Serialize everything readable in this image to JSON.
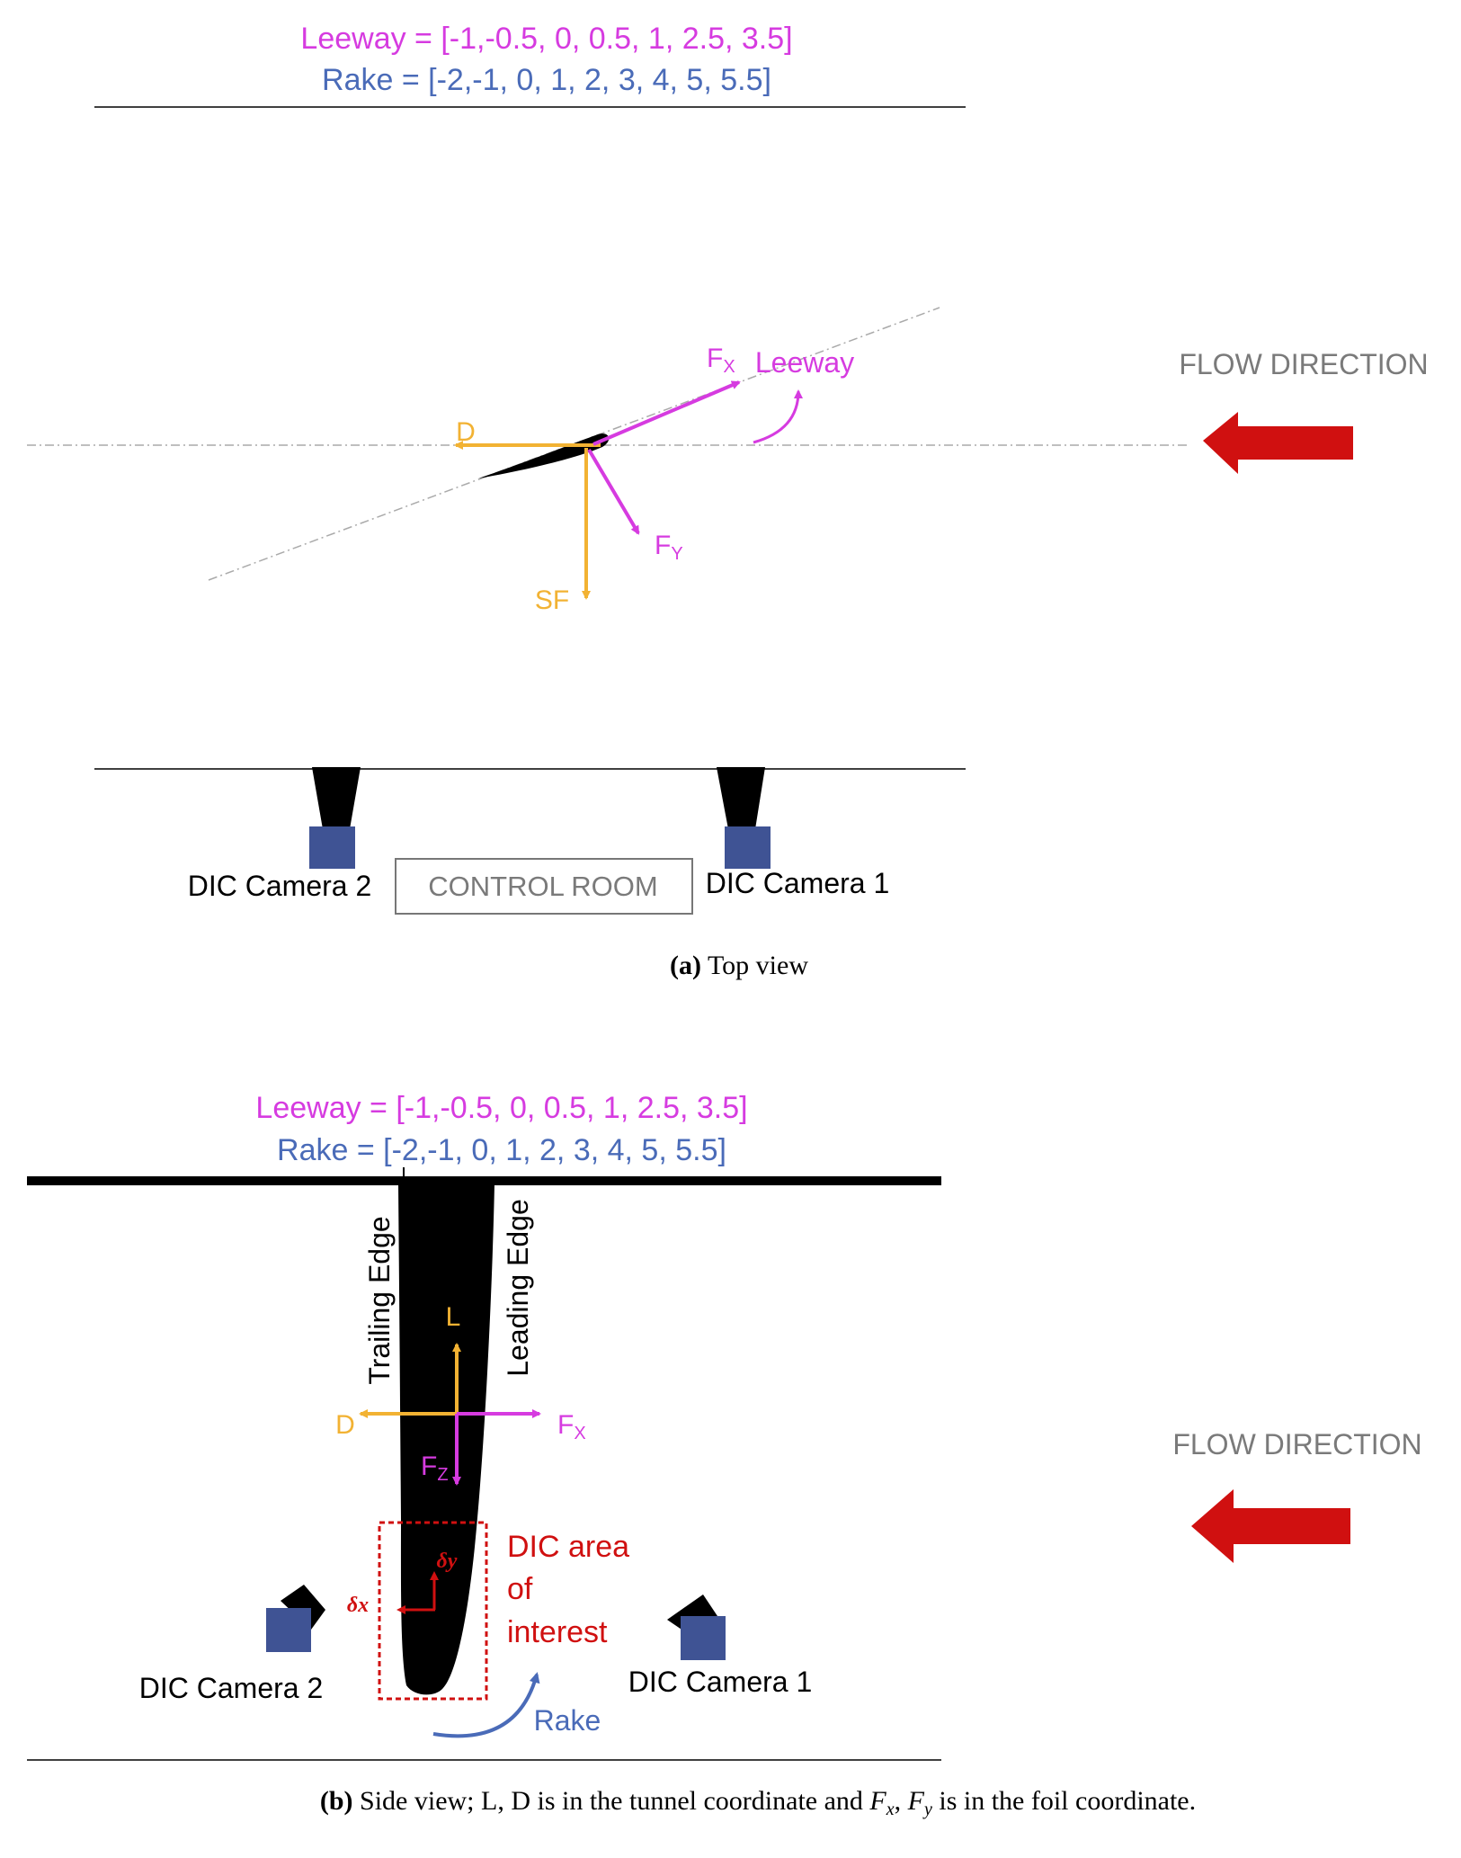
{
  "colors": {
    "magenta": "#d63be0",
    "blue": "#4a6bb8",
    "orange": "#f2b233",
    "red": "#d01010",
    "gray_text": "#7a7a7a",
    "camera_blue": "#3f5394",
    "black": "#000000"
  },
  "top_view": {
    "leeway_label": "Leeway = [-1,-0.5, 0, 0.5, 1, 2.5, 3.5]",
    "rake_label": "Rake = [-2,-1, 0, 1, 2, 3, 4, 5, 5.5]",
    "flow_direction": "FLOW DIRECTION",
    "fx_label": "F",
    "fx_sub": "X",
    "fy_label": "F",
    "fy_sub": "Y",
    "leeway_angle_label": "Leeway",
    "d_label": "D",
    "sf_label": "SF",
    "camera1": "DIC Camera 1",
    "camera2": "DIC Camera 2",
    "control_room": "CONTROL ROOM",
    "caption_letter": "(a)",
    "caption_text": "Top view"
  },
  "side_view": {
    "leeway_label": "Leeway = [-1,-0.5, 0, 0.5, 1, 2.5, 3.5]",
    "rake_label": "Rake = [-2,-1, 0, 1, 2, 3, 4, 5, 5.5]",
    "flow_direction": "FLOW DIRECTION",
    "trailing_edge": "Trailing Edge",
    "leading_edge": "Leading Edge",
    "l_label": "L",
    "d_label": "D",
    "fx_label": "F",
    "fx_sub": "X",
    "fz_label": "F",
    "fz_sub": "Z",
    "dy_label": "δy",
    "dx_label": "δx",
    "aoi_line1": "DIC area",
    "aoi_line2": "of",
    "aoi_line3": "interest",
    "camera1": "DIC Camera 1",
    "camera2": "DIC Camera 2",
    "rake_angle_label": "Rake",
    "caption_letter": "(b)",
    "caption_text_1": "Side view; L, D is in the tunnel coordinate and ",
    "caption_fx": "F",
    "caption_fx_sub": "x",
    "caption_sep": ", ",
    "caption_fy": "F",
    "caption_fy_sub": "y",
    "caption_text_2": " is in the foil coordinate."
  }
}
